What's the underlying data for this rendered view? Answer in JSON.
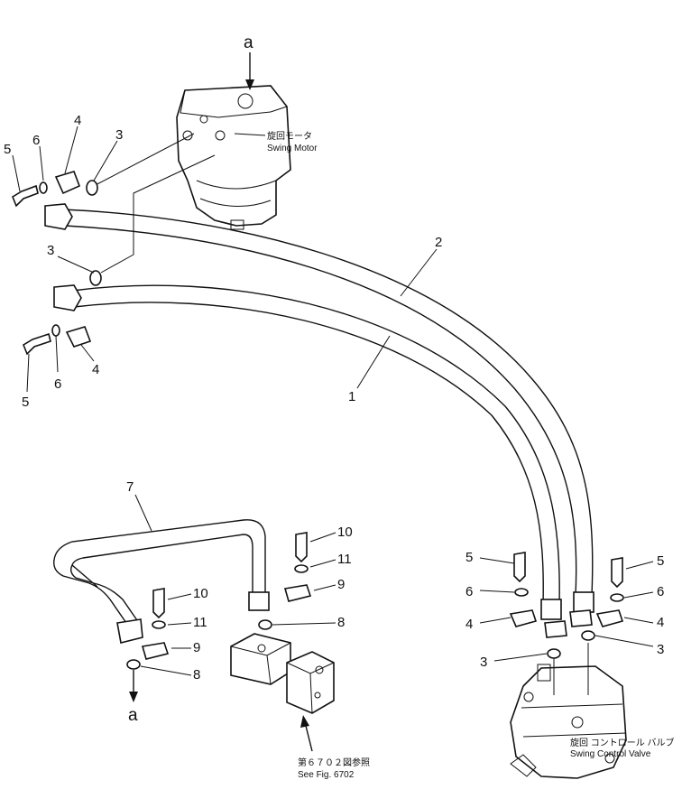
{
  "callouts": {
    "a_top": "a",
    "a_bottom": "a",
    "n1": "1",
    "n2": "2",
    "n3_tl": "3",
    "n4_tl": "4",
    "n5_tl": "5",
    "n6_tl": "6",
    "n3_ml": "3",
    "n4_ml": "4",
    "n5_ml": "5",
    "n6_ml": "6",
    "n5_rl": "5",
    "n6_rl": "6",
    "n4_rl": "4",
    "n3_rl": "3",
    "n5_rr": "5",
    "n6_rr": "6",
    "n4_rr": "4",
    "n3_rr": "3",
    "n7": "7",
    "n10_l": "10",
    "n11_l": "11",
    "n9_l": "9",
    "n8_l": "8",
    "n10_m": "10",
    "n11_m": "11",
    "n9_m": "9",
    "n8_m": "8"
  },
  "labels": {
    "swing_motor_jp": "旋回モータ",
    "swing_motor_en": "Swing Motor",
    "swing_valve_jp": "旋回 コントロール バルブ",
    "swing_valve_en": "Swing Control Valve",
    "see_fig_jp": "第６７０２図参照",
    "see_fig_en": "See Fig. 6702"
  }
}
